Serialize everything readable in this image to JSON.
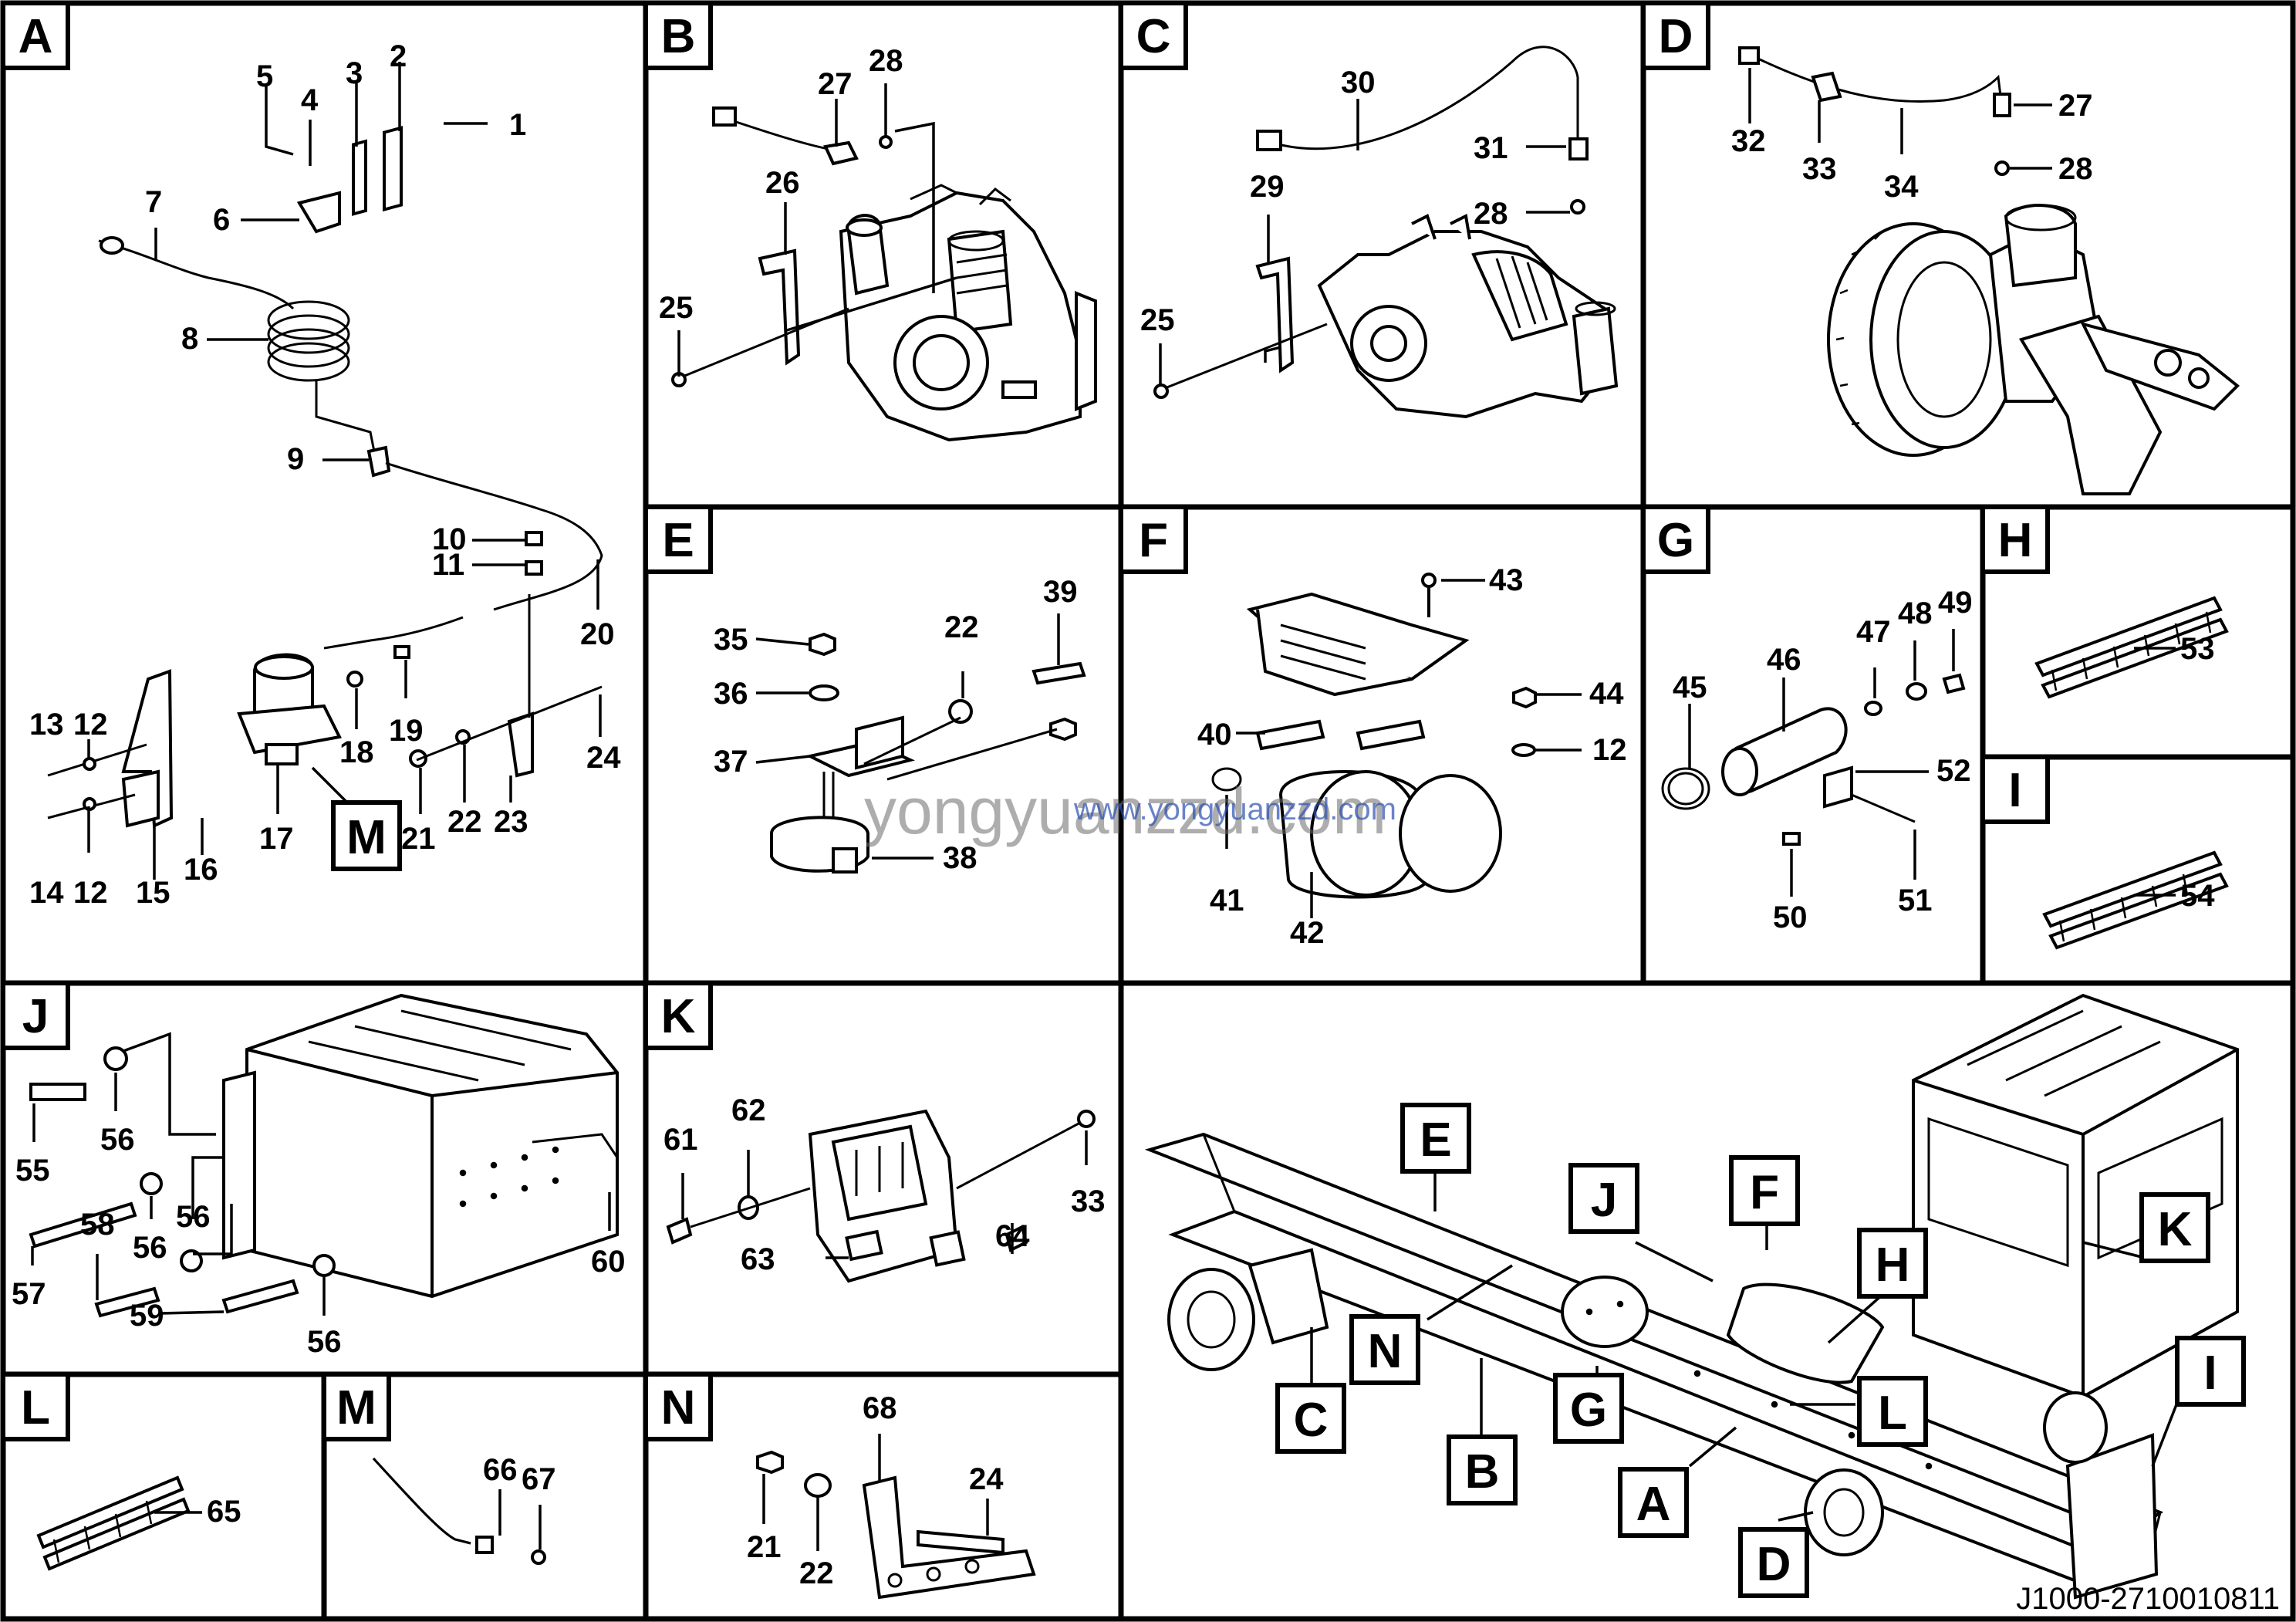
{
  "panels": {
    "A": {
      "label": "A",
      "callouts": [
        "1",
        "2",
        "3",
        "4",
        "5",
        "6",
        "7",
        "8",
        "9",
        "10",
        "11",
        "12",
        "13",
        "14",
        "15",
        "16",
        "17",
        "18",
        "19",
        "20",
        "21",
        "22",
        "23",
        "24",
        "12",
        "M"
      ]
    },
    "B": {
      "label": "B",
      "callouts": [
        "25",
        "26",
        "27",
        "28"
      ]
    },
    "C": {
      "label": "C",
      "callouts": [
        "25",
        "28",
        "29",
        "30",
        "31"
      ]
    },
    "D": {
      "label": "D",
      "callouts": [
        "27",
        "28",
        "32",
        "33",
        "34"
      ]
    },
    "E": {
      "label": "E",
      "callouts": [
        "22",
        "35",
        "36",
        "37",
        "38",
        "39"
      ]
    },
    "F": {
      "label": "F",
      "callouts": [
        "12",
        "40",
        "41",
        "42",
        "43",
        "44"
      ]
    },
    "G": {
      "label": "G",
      "callouts": [
        "45",
        "46",
        "47",
        "48",
        "49",
        "50",
        "51",
        "52"
      ]
    },
    "H": {
      "label": "H",
      "callouts": [
        "53"
      ]
    },
    "I": {
      "label": "I",
      "callouts": [
        "54"
      ]
    },
    "J": {
      "label": "J",
      "callouts": [
        "55",
        "56",
        "56",
        "56",
        "56",
        "57",
        "58",
        "59",
        "60"
      ]
    },
    "K": {
      "label": "K",
      "callouts": [
        "33",
        "61",
        "62",
        "63",
        "64"
      ]
    },
    "L": {
      "label": "L",
      "callouts": [
        "65"
      ]
    },
    "M": {
      "label": "M",
      "callouts": [
        "66",
        "67"
      ]
    },
    "N": {
      "label": "N",
      "callouts": [
        "21",
        "22",
        "24",
        "68"
      ]
    }
  },
  "overview_locators": [
    "E",
    "F",
    "J",
    "H",
    "K",
    "N",
    "G",
    "C",
    "B",
    "L",
    "I",
    "A",
    "D"
  ],
  "watermark": {
    "large": "yongyuanzzd.com",
    "small": "www.yongyuanzzd.com"
  },
  "document_number": "J1000-2710010811"
}
